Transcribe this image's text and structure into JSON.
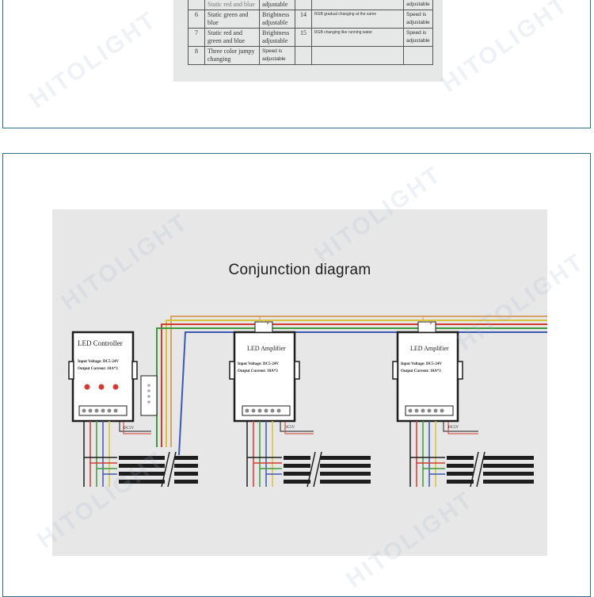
{
  "watermark": "HITOLIGHT",
  "mode_table": {
    "top_cut_text": "Static red and blue",
    "top_cut_adjustable": "adjustable",
    "rows": [
      {
        "no": "6",
        "desc": "Static green and blue",
        "brightness": "Brightness adjustable",
        "no2": "14",
        "desc2": "RGB gradual changing at the same",
        "speed": "Speed is adjustable"
      },
      {
        "no": "7",
        "desc": "Static red and green and blue",
        "brightness": "Brightness adjustable",
        "no2": "15",
        "desc2": "RGB changing like running water",
        "speed": "Speed is adjustable"
      },
      {
        "no": "8",
        "desc": "Three color jumpy changing",
        "brightness": "Speed is adjustable",
        "no2": "",
        "desc2": "",
        "speed": ""
      }
    ]
  },
  "diagram": {
    "title": "Conjunction diagram",
    "controller": {
      "name": "LED Controller",
      "input_voltage": "Input Voltage: DC5-24V",
      "output_current": "Output Current: 10A*3",
      "dc_label": "DC5V"
    },
    "amplifiers": [
      {
        "name": "LED Amplifier",
        "input_voltage": "Input Voltage: DC5-24V",
        "output_current": "Output Current: 10A*3",
        "dc_label": "DC5V"
      },
      {
        "name": "LED Amplifier",
        "input_voltage": "Input Voltage: DC5-24V",
        "output_current": "Output Current: 10A*3",
        "dc_label": "DC5V"
      }
    ],
    "wire_colors": {
      "red": "#d23b2f",
      "green": "#3f9a3d",
      "blue": "#3b58b4",
      "yellow": "#d8c33a",
      "black": "#1e1e1e",
      "orange": "#d9a06a"
    }
  }
}
